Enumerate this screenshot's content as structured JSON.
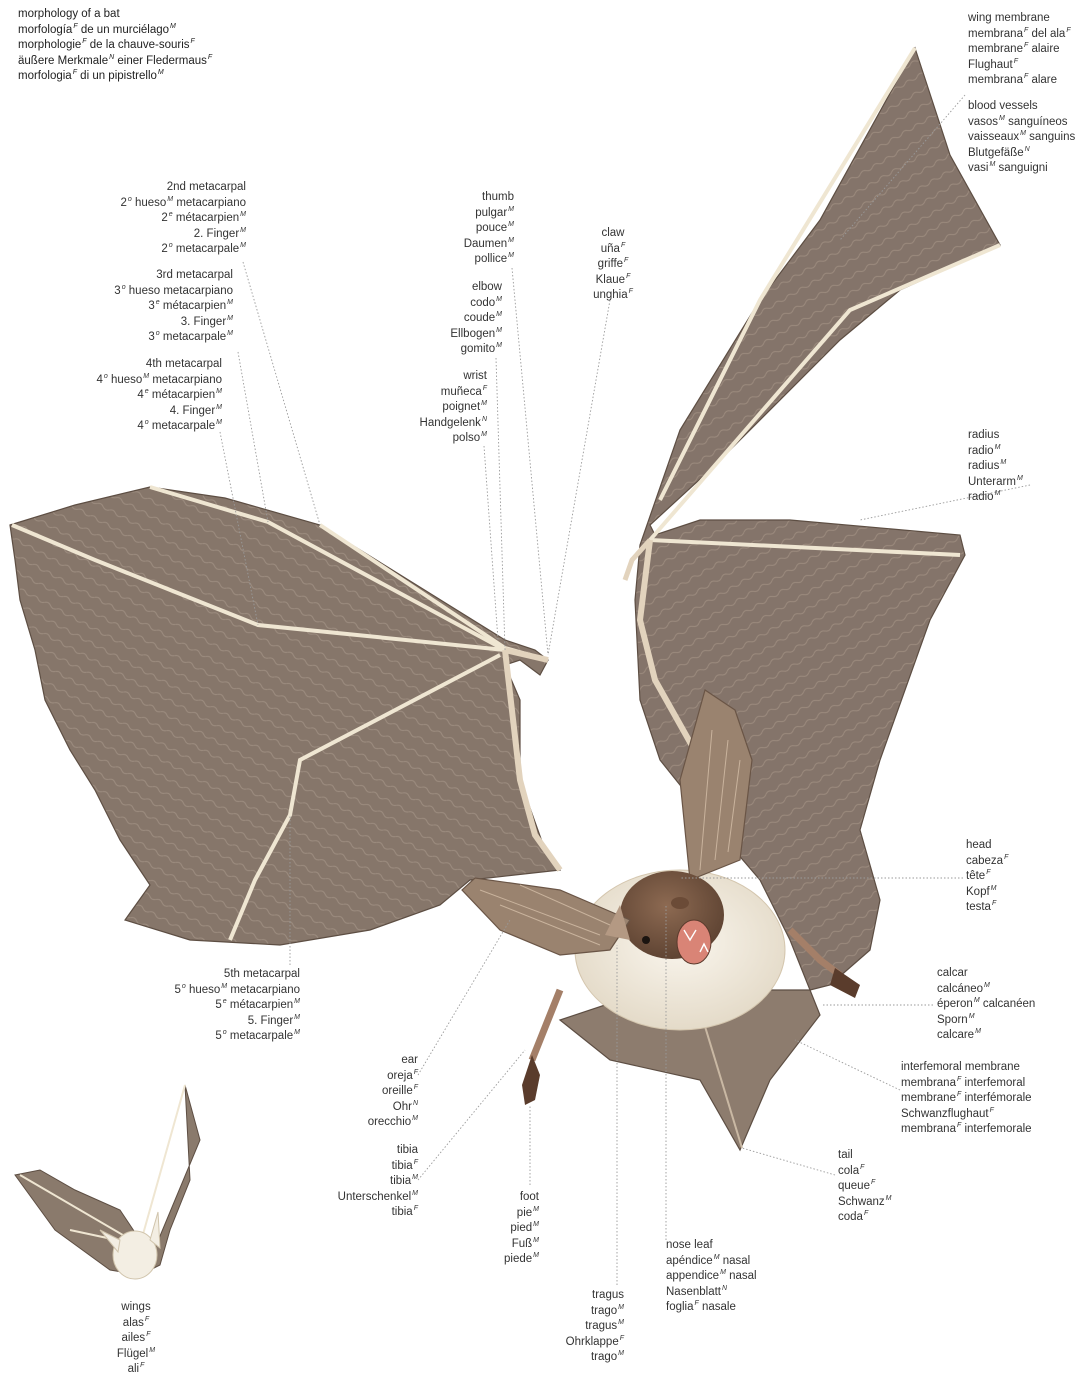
{
  "title": [
    [
      "morphology of a bat",
      ""
    ],
    [
      "morfología",
      "F",
      " de un murciélago",
      "M"
    ],
    [
      "morphologie",
      "F",
      " de la chauve-souris",
      "F"
    ],
    [
      "äußere Merkmale",
      "N",
      " einer Fledermaus",
      "F"
    ],
    [
      "morfologia",
      "F",
      " di un pipistrello",
      "M"
    ]
  ],
  "labels": {
    "metacarpal2": [
      [
        "2nd metacarpal"
      ],
      [
        "2",
        "o",
        " hueso",
        "M",
        " metacarpiano"
      ],
      [
        "2",
        "e",
        " métacarpien",
        "M"
      ],
      [
        "2. Finger",
        "M"
      ],
      [
        "2",
        "o",
        " metacarpale",
        "M"
      ]
    ],
    "metacarpal3": [
      [
        "3rd metacarpal"
      ],
      [
        "3",
        "o",
        " hueso metacarpiano"
      ],
      [
        "3",
        "e",
        " métacarpien",
        "M"
      ],
      [
        "3. Finger",
        "M"
      ],
      [
        "3",
        "o",
        " metacarpale",
        "M"
      ]
    ],
    "metacarpal4": [
      [
        "4th metacarpal"
      ],
      [
        "4",
        "o",
        " hueso",
        "M",
        " metacarpiano"
      ],
      [
        "4",
        "e",
        " métacarpien",
        "M"
      ],
      [
        "4. Finger",
        "M"
      ],
      [
        "4",
        "o",
        " metacarpale",
        "M"
      ]
    ],
    "metacarpal5": [
      [
        "5th metacarpal"
      ],
      [
        "5",
        "o",
        " hueso",
        "M",
        " metacarpiano"
      ],
      [
        "5",
        "e",
        " métacarpien",
        "M"
      ],
      [
        "5. Finger",
        "M"
      ],
      [
        "5",
        "o",
        " metacarpale",
        "M"
      ]
    ],
    "thumb": [
      [
        "thumb"
      ],
      [
        "pulgar",
        "M"
      ],
      [
        "pouce",
        "M"
      ],
      [
        "Daumen",
        "M"
      ],
      [
        "pollice",
        "M"
      ]
    ],
    "elbow": [
      [
        "elbow"
      ],
      [
        "codo",
        "M"
      ],
      [
        "coude",
        "M"
      ],
      [
        "Ellbogen",
        "M"
      ],
      [
        "gomito",
        "M"
      ]
    ],
    "wrist": [
      [
        "wrist"
      ],
      [
        "muñeca",
        "F"
      ],
      [
        "poignet",
        "M"
      ],
      [
        "Handgelenk",
        "N"
      ],
      [
        "polso",
        "M"
      ]
    ],
    "claw": [
      [
        "claw"
      ],
      [
        "uña",
        "F"
      ],
      [
        "griffe",
        "F"
      ],
      [
        "Klaue",
        "F"
      ],
      [
        "unghia",
        "F"
      ]
    ],
    "wing_membrane": [
      [
        "wing membrane"
      ],
      [
        "membrana",
        "F",
        " del ala",
        "F"
      ],
      [
        "membrane",
        "F",
        " alaire"
      ],
      [
        "Flughaut",
        "F"
      ],
      [
        "membrana",
        "F",
        " alare"
      ]
    ],
    "blood_vessels": [
      [
        "blood vessels"
      ],
      [
        "vasos",
        "M",
        " sanguíneos"
      ],
      [
        "vaisseaux",
        "M",
        " sanguins"
      ],
      [
        "Blutgefäße",
        "N"
      ],
      [
        "vasi",
        "M",
        " sanguigni"
      ]
    ],
    "radius": [
      [
        "radius"
      ],
      [
        "radio",
        "M"
      ],
      [
        "radius",
        "M"
      ],
      [
        "Unterarm",
        "M"
      ],
      [
        "radio",
        "M"
      ]
    ],
    "head": [
      [
        "head"
      ],
      [
        "cabeza",
        "F"
      ],
      [
        "tête",
        "F"
      ],
      [
        "Kopf",
        "M"
      ],
      [
        "testa",
        "F"
      ]
    ],
    "calcar": [
      [
        "calcar"
      ],
      [
        "calcáneo",
        "M"
      ],
      [
        "éperon",
        "M",
        " calcanéen"
      ],
      [
        "Sporn",
        "M"
      ],
      [
        "calcare",
        "M"
      ]
    ],
    "interfemoral": [
      [
        "interfemoral membrane"
      ],
      [
        "membrana",
        "F",
        " interfemoral"
      ],
      [
        "membrane",
        "F",
        " interfémorale"
      ],
      [
        "Schwanzflughaut",
        "F"
      ],
      [
        "membrana",
        "F",
        " interfemorale"
      ]
    ],
    "tail": [
      [
        "tail"
      ],
      [
        "cola",
        "F"
      ],
      [
        "queue",
        "F"
      ],
      [
        "Schwanz",
        "M"
      ],
      [
        "coda",
        "F"
      ]
    ],
    "ear": [
      [
        "ear"
      ],
      [
        "oreja",
        "F"
      ],
      [
        "oreille",
        "F"
      ],
      [
        "Ohr",
        "N"
      ],
      [
        "orecchio",
        "M"
      ]
    ],
    "tibia": [
      [
        "tibia"
      ],
      [
        "tibia",
        "F"
      ],
      [
        "tibia",
        "M"
      ],
      [
        "Unterschenkel",
        "M"
      ],
      [
        "tibia",
        "F"
      ]
    ],
    "foot": [
      [
        "foot"
      ],
      [
        "pie",
        "M"
      ],
      [
        "pied",
        "M"
      ],
      [
        "Fuß",
        "M"
      ],
      [
        "piede",
        "M"
      ]
    ],
    "tragus": [
      [
        "tragus"
      ],
      [
        "trago",
        "M"
      ],
      [
        "tragus",
        "M"
      ],
      [
        "Ohrklappe",
        "F"
      ],
      [
        "trago",
        "M"
      ]
    ],
    "nose_leaf": [
      [
        "nose leaf"
      ],
      [
        "apéndice",
        "M",
        " nasal"
      ],
      [
        "appendice",
        "M",
        " nasal"
      ],
      [
        "Nasenblatt",
        "N"
      ],
      [
        "foglia",
        "F",
        " nasale"
      ]
    ],
    "wings": [
      [
        "wings"
      ],
      [
        "alas",
        "F"
      ],
      [
        "ailes",
        "F"
      ],
      [
        "Flügel",
        "M"
      ],
      [
        "ali",
        "F"
      ]
    ]
  },
  "colors": {
    "membrane": "#8a7a6c",
    "membrane_dark": "#6f6054",
    "bone": "#efe6d2",
    "fur_brown": "#7c5a43",
    "fur_cream": "#f1ebde",
    "leader_line": "#9a9a9a",
    "text": "#333333"
  }
}
